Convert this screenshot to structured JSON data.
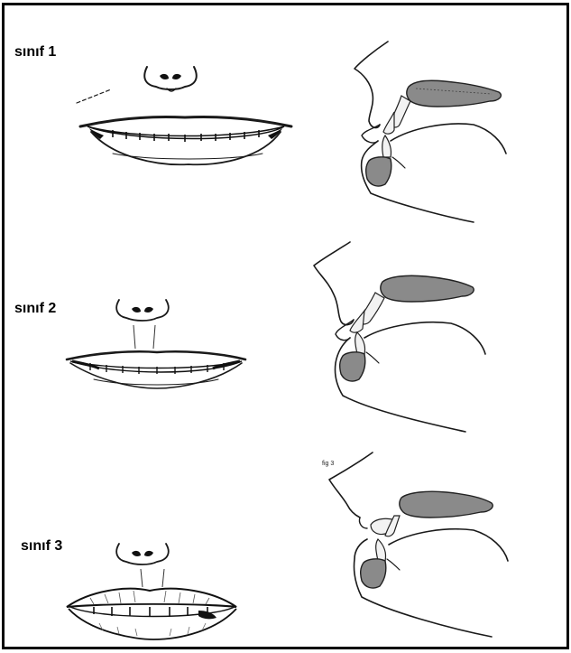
{
  "classes": [
    {
      "label": "sınıf 1"
    },
    {
      "label": "sınıf 2"
    },
    {
      "label": "sınıf 3"
    }
  ],
  "small_marking": "fig 3"
}
